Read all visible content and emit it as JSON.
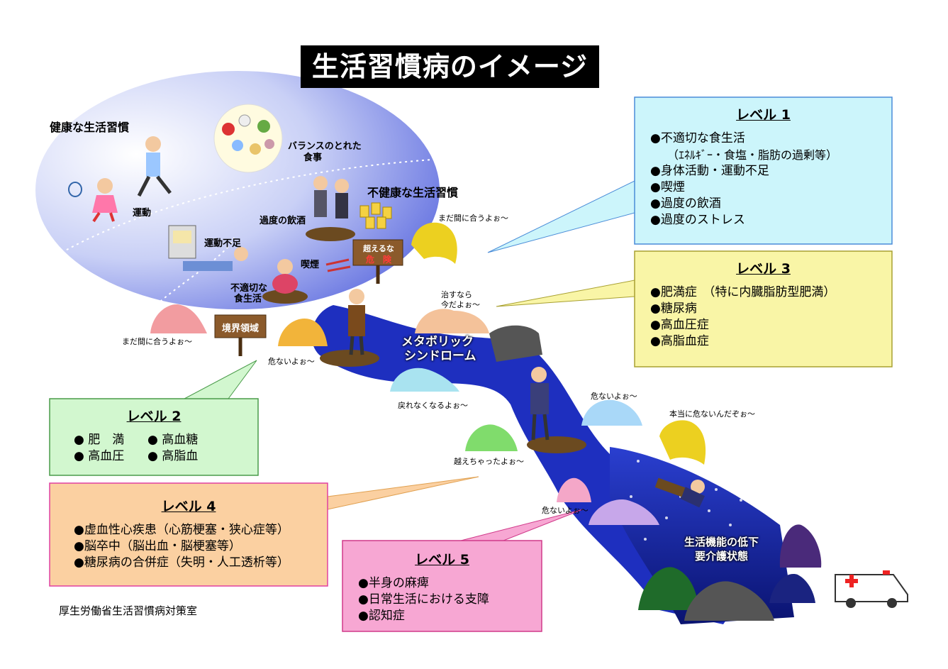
{
  "title": "生活習慣病のイメージ",
  "headers": {
    "healthy": "健康な生活習慣",
    "unhealthy": "不健康な生活習慣"
  },
  "scene_labels": {
    "exercise": "運動",
    "balanced_meal_1": "バランスのとれた",
    "balanced_meal_2": "食事",
    "drinking": "過度の飲酒",
    "lack_exercise": "運動不足",
    "smoking": "喫煙",
    "bad_diet_1": "不適切な",
    "bad_diet_2": "食生活"
  },
  "signs": {
    "danger_1": "超えるな",
    "danger_2": "危　険",
    "border": "境界領域"
  },
  "river": {
    "metabo_1": "メタボリック",
    "metabo_2": "シンドローム",
    "decline_1": "生活機能の低下",
    "decline_2": "要介護状態"
  },
  "blob_speech": {
    "s1": "まだ間に合うよぉ～",
    "s2": "まだ間に合うよぉ～",
    "s3": "治すなら",
    "s3b": "今だよぉ～",
    "s4": "危ないよぉ～",
    "s5": "戻れなくなるよぉ～",
    "s6": "危ないよぉ～",
    "s7": "本当に危ないんだぞぉ～",
    "s8": "越えちゃったよぉ～",
    "s9": "危ないよぉ～"
  },
  "levels": {
    "l1": {
      "title": "レベル 1",
      "items": [
        "●不適切な食生活",
        "（ｴﾈﾙｷﾞｰ・食塩・脂肪の過剰等）",
        "●身体活動・運動不足",
        "●喫煙",
        "●過度の飲酒",
        "●過度のストレス"
      ]
    },
    "l2": {
      "title": "レベル 2",
      "items": [
        "● 肥　満",
        "● 高血糖",
        "● 高血圧",
        "● 高脂血"
      ]
    },
    "l3": {
      "title": "レベル 3",
      "items": [
        "●肥満症　（特に内臓脂肪型肥満）",
        "●糖尿病",
        "●高血圧症",
        "●高脂血症"
      ]
    },
    "l4": {
      "title": "レベル 4",
      "items": [
        "●虚血性心疾患（心筋梗塞・狭心症等）",
        "●脳卒中（脳出血・脳梗塞等）",
        "●糖尿病の合併症（失明・人工透析等）"
      ]
    },
    "l5": {
      "title": "レベル 5",
      "items": [
        "●半身の麻痺",
        "●日常生活における支障",
        "●認知症"
      ]
    }
  },
  "footer": "厚生労働省生活習慣病対策室",
  "colors": {
    "l1": "#ccf5fb",
    "l2": "#d2f7cf",
    "l3": "#f9f5a6",
    "l4": "#fbd0a1",
    "l5": "#f7a7d3",
    "river": "#1e2fbf",
    "sky": "#e8ecff"
  }
}
